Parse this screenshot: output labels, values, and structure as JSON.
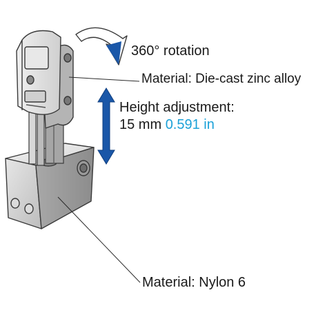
{
  "labels": {
    "rotation": "360° rotation",
    "material_top": "Material: Die-cast zinc alloy",
    "height_title": "Height adjustment:",
    "height_mm": "15 mm",
    "height_in": "0.591 in",
    "material_base": "Material: Nylon 6"
  },
  "colors": {
    "arrow_blue": "#1a57a8",
    "metric_accent": "#1ba1d8",
    "body_gray": "#c8c8c8",
    "outline": "#3a3a3a"
  },
  "icons": {
    "rotation_arrow": "curved-rotation-arrow",
    "height_arrow": "double-headed-vertical-arrow"
  }
}
